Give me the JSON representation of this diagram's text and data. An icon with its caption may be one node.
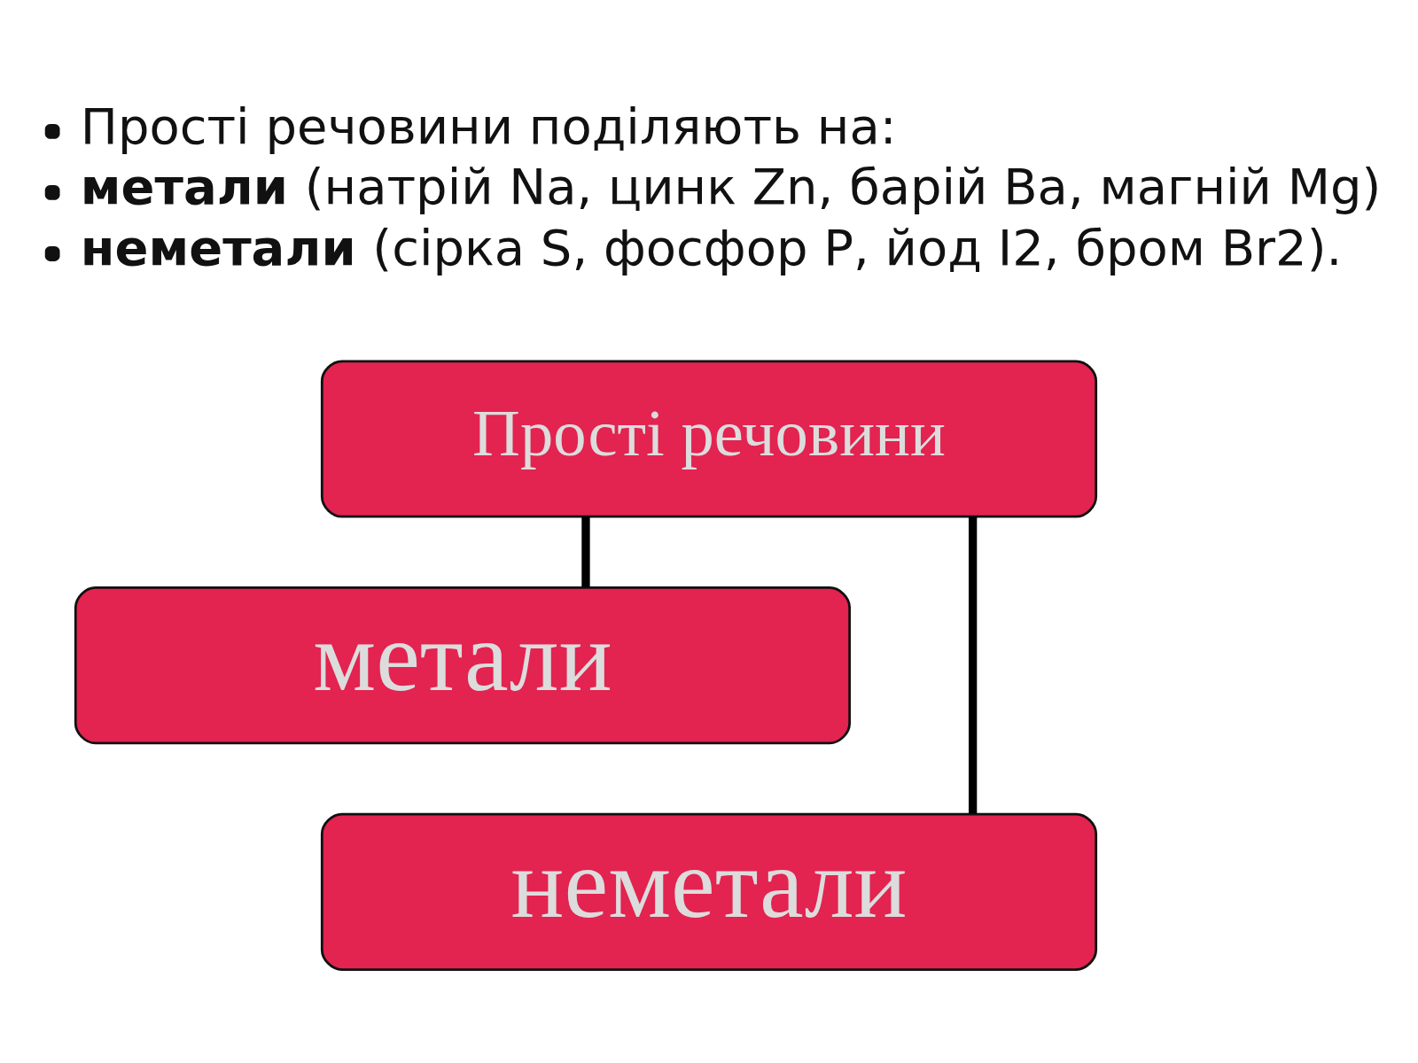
{
  "diagram": {
    "nodes": [
      {
        "text": [
          "Прості речовини"
        ]
      },
      {
        "text": [
          "метали"
        ]
      },
      {
        "text": [
          "неметали"
        ]
      }
    ],
    "edges": [
      {
        "from": 0,
        "to": 1,
        "arrow": "none"
      },
      {
        "from": 0,
        "to": 2,
        "arrow": "none"
      }
    ],
    "labels": [
      "Прості речовини поділяють на:",
      "**метали** (натрій Na, цинк Zn, барій Ba, магній Mg)",
      "**неметали** (сірка S, фосфор P, йод I2, бром Br2)."
    ]
  }
}
